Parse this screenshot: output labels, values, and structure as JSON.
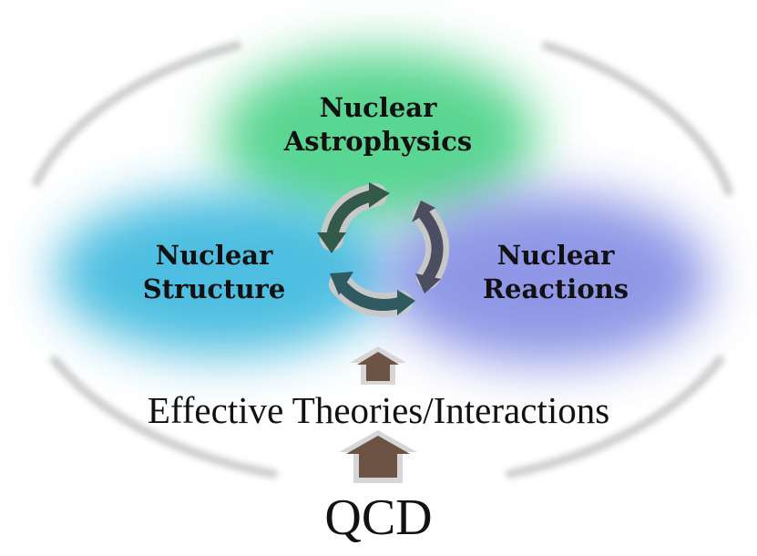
{
  "topics": {
    "astrophysics": {
      "line1": "Nuclear",
      "line2": "Astrophysics",
      "color": "#3ccf7e"
    },
    "structure": {
      "line1": "Nuclear",
      "line2": "Structure",
      "color": "#2fb3dc"
    },
    "reactions": {
      "line1": "Nuclear",
      "line2": "Reactions",
      "color": "#7c86e2"
    }
  },
  "middle_layer": "Effective Theories/Interactions",
  "base_layer": "QCD",
  "colors": {
    "ring": "#cfcfcf",
    "cycle_arrow_dark_green": "#33594a",
    "cycle_arrow_slate": "#4a4e60",
    "cycle_arrow_teal": "#2f5a62",
    "arrow_halo": "#c8c8c8",
    "up_arrow": "#6d5343"
  },
  "icons": [
    "cycle-arrow-icon",
    "up-arrow-icon"
  ]
}
